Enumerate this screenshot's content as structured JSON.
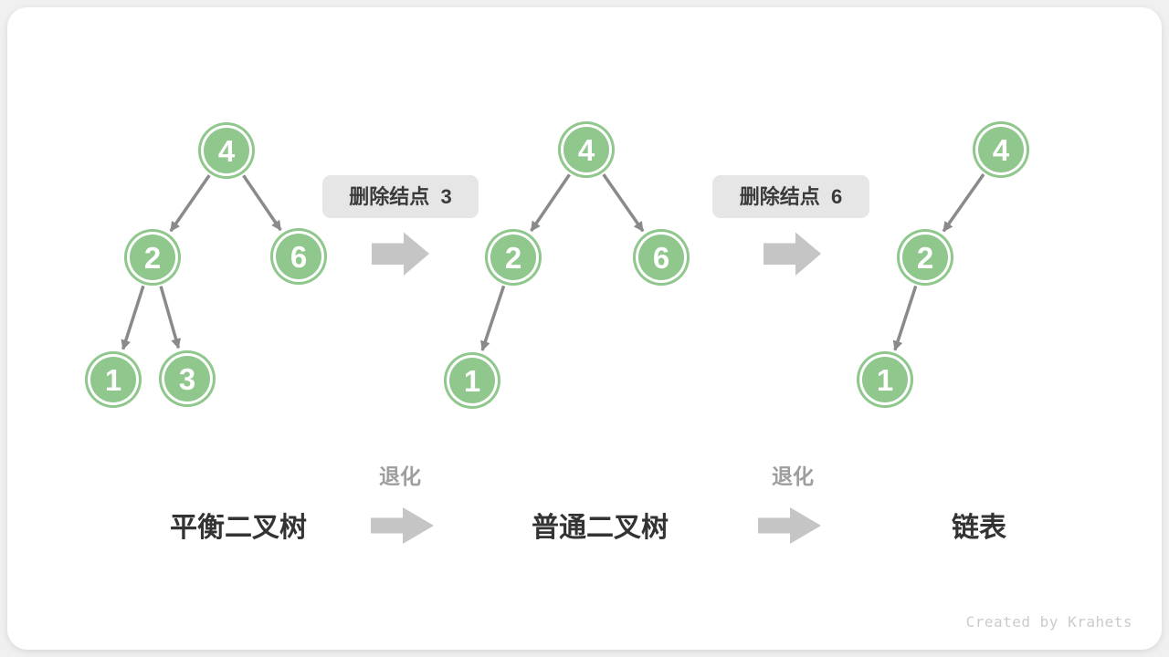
{
  "colors": {
    "page_bg": "#f0f0f0",
    "card_bg": "#ffffff",
    "node_fill": "#8FC78D",
    "node_text": "#ffffff",
    "edge": "#8A8A8A",
    "block_arrow": "#C5C5C5",
    "label_box_bg": "#E6E6E6",
    "label_box_text": "#3A3A3A",
    "degrade_text": "#9E9E9E",
    "caption_text": "#333333",
    "credit_text": "#CBCBCB"
  },
  "trees": [
    {
      "caption": "平衡二叉树",
      "nodes": [
        {
          "value": "4"
        },
        {
          "value": "2"
        },
        {
          "value": "6"
        },
        {
          "value": "1"
        },
        {
          "value": "3"
        }
      ]
    },
    {
      "caption": "普通二叉树",
      "nodes": [
        {
          "value": "4"
        },
        {
          "value": "2"
        },
        {
          "value": "6"
        },
        {
          "value": "1"
        }
      ]
    },
    {
      "caption": "链表",
      "nodes": [
        {
          "value": "4"
        },
        {
          "value": "2"
        },
        {
          "value": "1"
        }
      ]
    }
  ],
  "transitions": [
    {
      "label": "删除结点  3"
    },
    {
      "label": "删除结点  6"
    }
  ],
  "degrade": {
    "label": "退化"
  },
  "credit": "Created by Krahets"
}
